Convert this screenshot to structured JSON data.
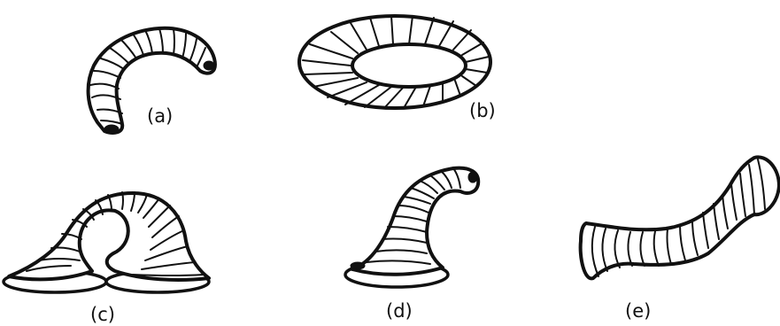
{
  "labels": {
    "a": "(a)",
    "b": "(b)",
    "c": "(c)",
    "d": "(d)",
    "e": "(e)"
  },
  "colors": {
    "ink": "#111111",
    "paper": "#ffffff"
  }
}
